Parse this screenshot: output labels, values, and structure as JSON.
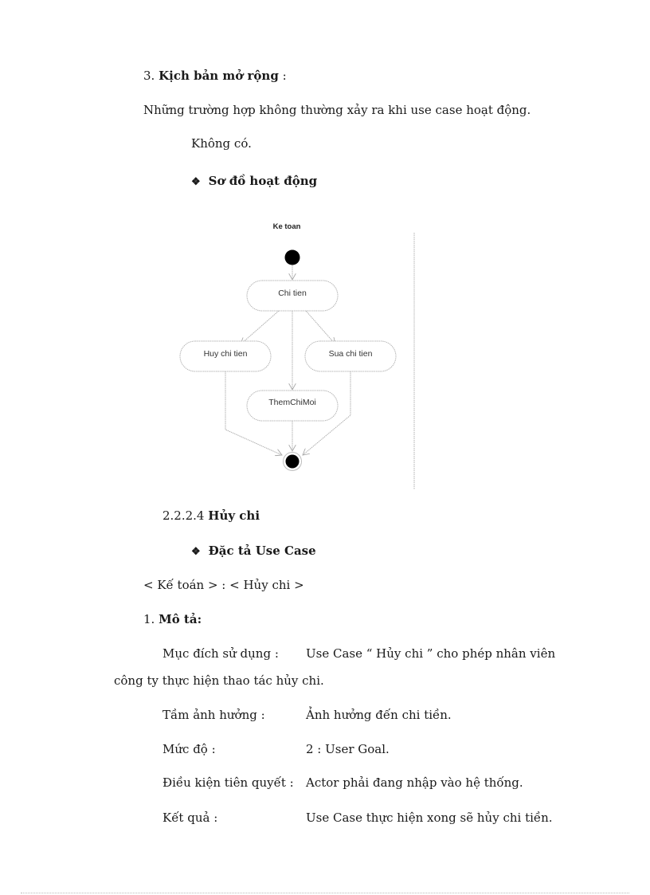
{
  "section3": {
    "number": "3.",
    "title": "Kịch bản mở rộng",
    "colon": ":",
    "description": "Những trường hợp không thường xảy ra khi use case hoạt động.",
    "value": "Không có."
  },
  "activity_heading": {
    "bullet": "❖",
    "label": "Sơ đồ hoạt động"
  },
  "diagram": {
    "swimlane": "Ke toan",
    "nodes": {
      "chi_tien": "Chi tien",
      "huy_chi_tien": "Huy chi tien",
      "sua_chi_tien": "Sua chi tien",
      "them_chi_moi": "ThemChiMoi"
    }
  },
  "section_2224": {
    "number": "2.2.2.4",
    "title": "Hủy chi"
  },
  "usecase_heading": {
    "bullet": "❖",
    "label": "Đặc tả Use Case"
  },
  "actor_line": "< Kế toán > : < Hủy chi >",
  "description_heading": {
    "number": "1.",
    "title": "Mô tả:"
  },
  "fields": [
    {
      "label": "Mục đích sử dụng :",
      "value": "Use Case “ Hủy chi ” cho phép nhân viên",
      "continuation": "công ty thực hiện thao tác hủy chi."
    },
    {
      "label": "Tầm ảnh hưởng :",
      "value": "Ảnh hưởng đến chi tiền."
    },
    {
      "label": "Mức độ :",
      "value": "2 :  User Goal."
    },
    {
      "label": "Điều kiện tiên quyết :",
      "value": "Actor phải đang nhập vào hệ thống."
    },
    {
      "label": "Kết quả :",
      "value": "Use Case thực hiện xong sẽ hủy chi tiền."
    }
  ]
}
